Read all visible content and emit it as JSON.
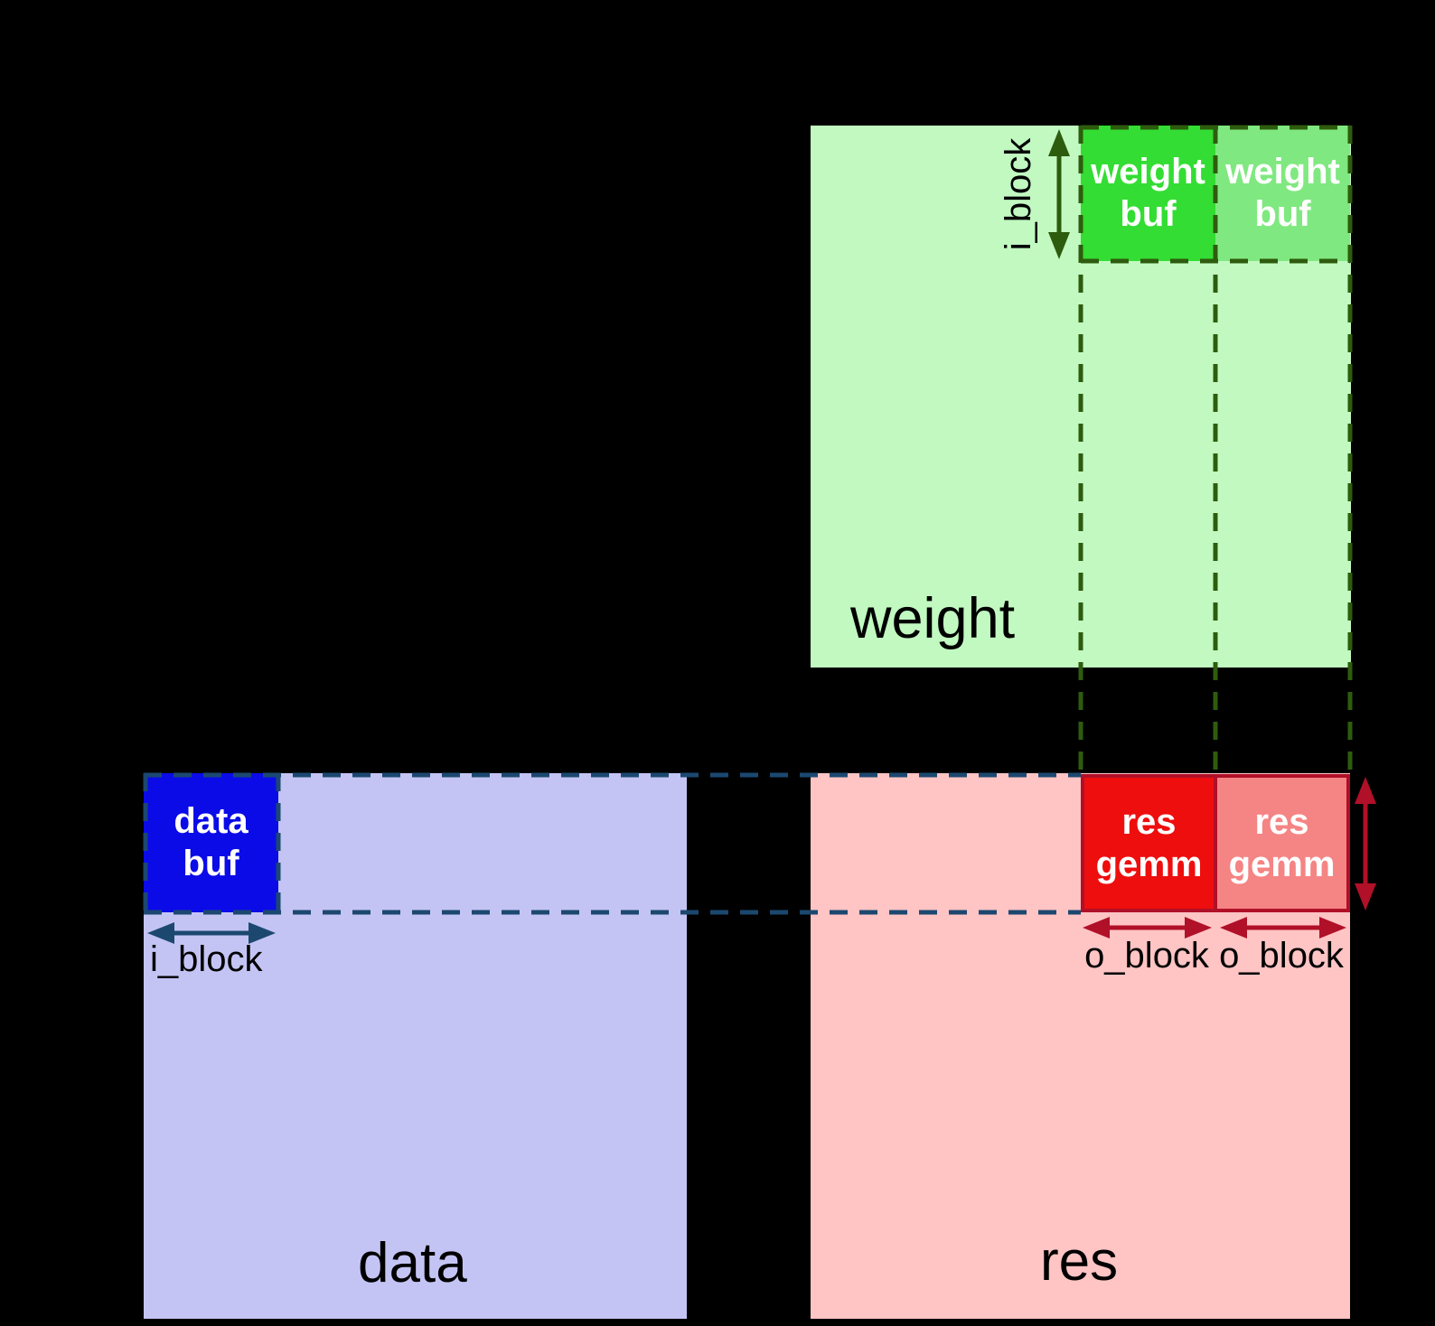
{
  "diagram": {
    "background": "#000000",
    "weight": {
      "label": "weight"
    },
    "data": {
      "label": "data"
    },
    "res": {
      "label": "res"
    },
    "weight_buf_1": {
      "line1": "weight",
      "line2": "buf"
    },
    "weight_buf_2": {
      "line1": "weight",
      "line2": "buf"
    },
    "data_buf": {
      "line1": "data",
      "line2": "buf"
    },
    "res_gemm_1": {
      "line1": "res",
      "line2": "gemm"
    },
    "res_gemm_2": {
      "line1": "res",
      "line2": "gemm"
    },
    "annotations": {
      "i_block_weight": "i_block",
      "i_block_data": "i_block",
      "o_block_1": "o_block",
      "o_block_2": "o_block"
    },
    "colors": {
      "weight_fill": "#c1f9c1",
      "weight_buf_1_fill": "#33dd33",
      "weight_buf_2_fill": "#80e880",
      "green_dash": "#2e5c0e",
      "data_fill": "#c4c4f4",
      "data_buf_fill": "#0b0be8",
      "navy_dash": "#1c4870",
      "res_fill": "#ffc4c4",
      "res_gemm_1_fill": "#ee0e0e",
      "res_gemm_2_fill": "#f58484",
      "dark_red": "#b01028"
    }
  }
}
